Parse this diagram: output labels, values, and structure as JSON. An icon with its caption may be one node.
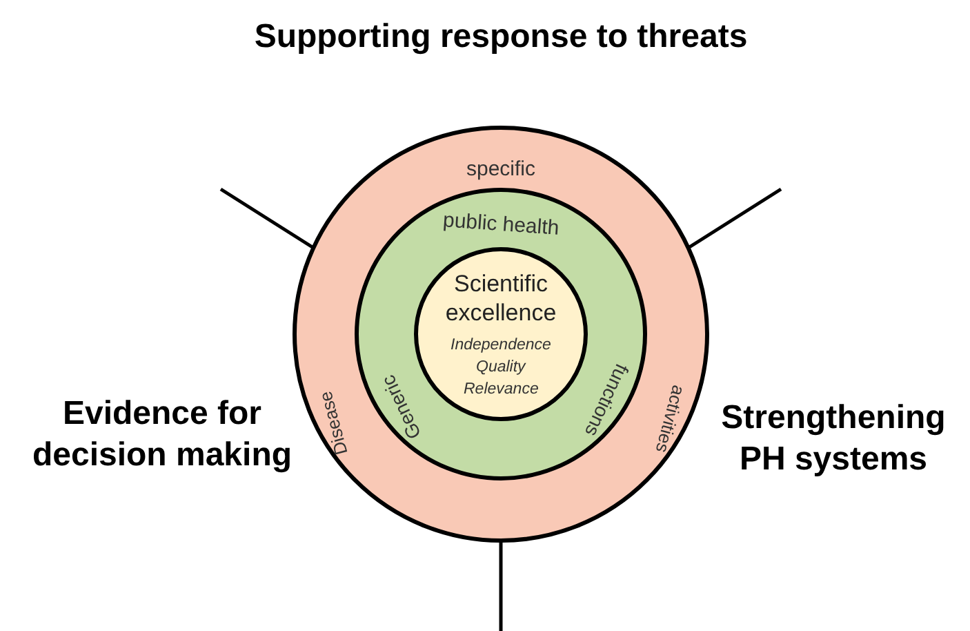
{
  "diagram": {
    "title": "Supporting response to threats",
    "nodes": [
      {
        "text": [
          "specific",
          "Disease",
          "activities"
        ]
      },
      {
        "text": [
          "public health",
          "Generic",
          "functions"
        ],
        "in": 0
      },
      {
        "text": [
          "Scientific excellence",
          "Independence",
          "Quality",
          "Relevance"
        ],
        "in": 1
      }
    ],
    "labels": [
      "Evidence for decision making",
      "Strengthening PH systems"
    ]
  }
}
